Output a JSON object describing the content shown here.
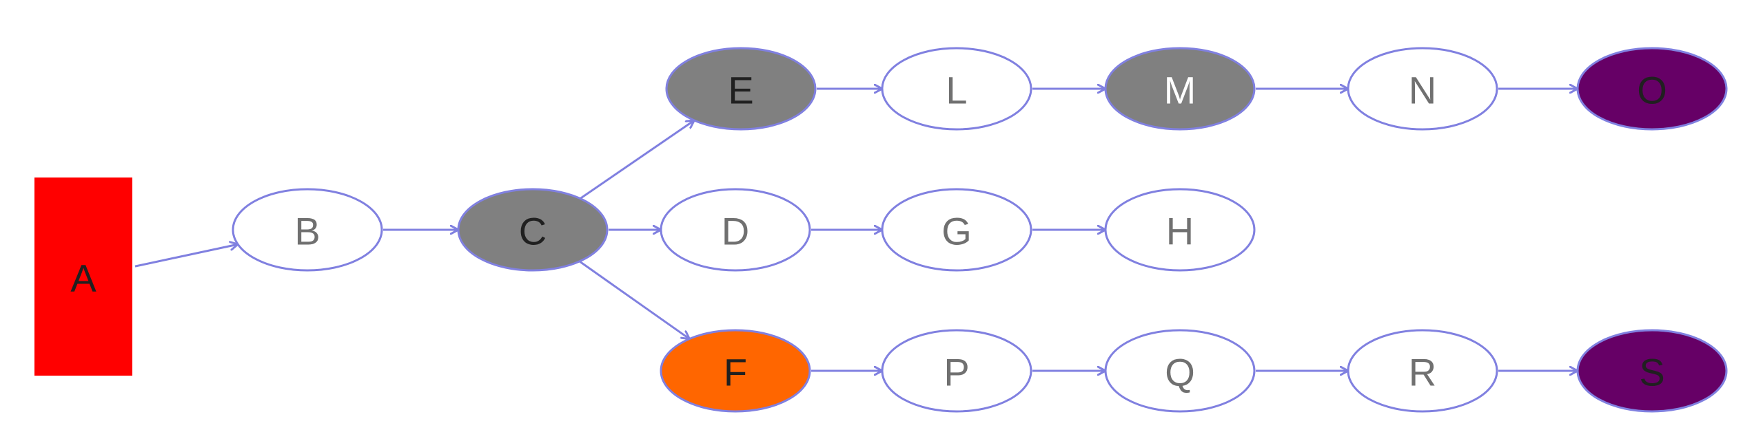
{
  "diagram": {
    "edge_color": "#8080e0",
    "node_stroke": "#8080e0",
    "nodes": [
      {
        "id": "A",
        "label": "A",
        "shape": "box",
        "fill": "#ff0000",
        "text": "#202020"
      },
      {
        "id": "B",
        "label": "B",
        "shape": "ellipse",
        "fill": "#ffffff",
        "text": "#707070"
      },
      {
        "id": "C",
        "label": "C",
        "shape": "ellipse",
        "fill": "#808080",
        "text": "#202020"
      },
      {
        "id": "E",
        "label": "E",
        "shape": "ellipse",
        "fill": "#808080",
        "text": "#202020"
      },
      {
        "id": "L",
        "label": "L",
        "shape": "ellipse",
        "fill": "#ffffff",
        "text": "#707070"
      },
      {
        "id": "M",
        "label": "M",
        "shape": "ellipse",
        "fill": "#808080",
        "text": "#ffffff"
      },
      {
        "id": "N",
        "label": "N",
        "shape": "ellipse",
        "fill": "#ffffff",
        "text": "#707070"
      },
      {
        "id": "O",
        "label": "O",
        "shape": "ellipse",
        "fill": "#660066",
        "text": "#202020"
      },
      {
        "id": "D",
        "label": "D",
        "shape": "ellipse",
        "fill": "#ffffff",
        "text": "#707070"
      },
      {
        "id": "G",
        "label": "G",
        "shape": "ellipse",
        "fill": "#ffffff",
        "text": "#707070"
      },
      {
        "id": "H",
        "label": "H",
        "shape": "ellipse",
        "fill": "#ffffff",
        "text": "#707070"
      },
      {
        "id": "F",
        "label": "F",
        "shape": "ellipse",
        "fill": "#ff6600",
        "text": "#202020"
      },
      {
        "id": "P",
        "label": "P",
        "shape": "ellipse",
        "fill": "#ffffff",
        "text": "#707070"
      },
      {
        "id": "Q",
        "label": "Q",
        "shape": "ellipse",
        "fill": "#ffffff",
        "text": "#707070"
      },
      {
        "id": "R",
        "label": "R",
        "shape": "ellipse",
        "fill": "#ffffff",
        "text": "#707070"
      },
      {
        "id": "S",
        "label": "S",
        "shape": "ellipse",
        "fill": "#660066",
        "text": "#202020"
      }
    ],
    "edges": [
      {
        "from": "A",
        "to": "B"
      },
      {
        "from": "B",
        "to": "C"
      },
      {
        "from": "C",
        "to": "E"
      },
      {
        "from": "C",
        "to": "D"
      },
      {
        "from": "C",
        "to": "F"
      },
      {
        "from": "E",
        "to": "L"
      },
      {
        "from": "L",
        "to": "M"
      },
      {
        "from": "M",
        "to": "N"
      },
      {
        "from": "N",
        "to": "O"
      },
      {
        "from": "D",
        "to": "G"
      },
      {
        "from": "G",
        "to": "H"
      },
      {
        "from": "F",
        "to": "P"
      },
      {
        "from": "P",
        "to": "Q"
      },
      {
        "from": "Q",
        "to": "R"
      },
      {
        "from": "R",
        "to": "S"
      }
    ]
  }
}
